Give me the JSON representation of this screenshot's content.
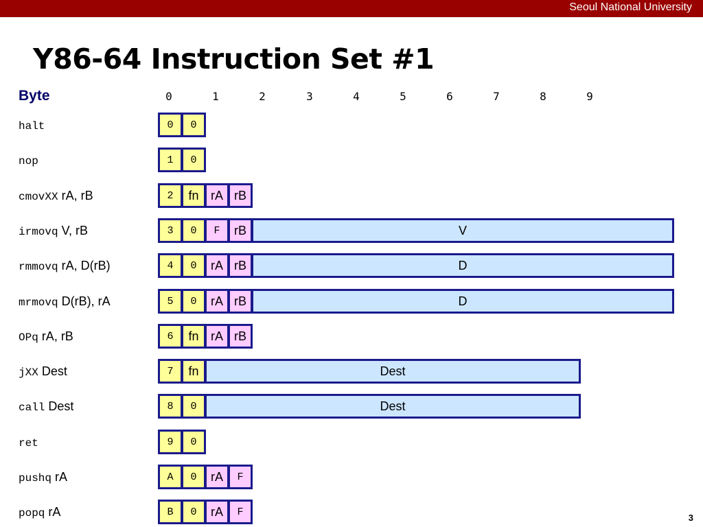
{
  "header": {
    "university": "Seoul National University",
    "title": "Y86-64 Instruction Set #1",
    "page_number": "3"
  },
  "colors": {
    "bar": "#990000",
    "border": "#1a1a8c",
    "yellow": "#ffff99",
    "pink": "#ffccff",
    "blue": "#cce6ff"
  },
  "diagram": {
    "byte_label": "Byte",
    "byte_indices": [
      "0",
      "1",
      "2",
      "3",
      "4",
      "5",
      "6",
      "7",
      "8",
      "9"
    ],
    "instructions": [
      {
        "name": "halt",
        "operands": "",
        "cells": [
          {
            "text": "0",
            "color": "yellow",
            "font": "mono"
          },
          {
            "text": "0",
            "color": "yellow",
            "font": "mono"
          }
        ]
      },
      {
        "name": "nop",
        "operands": "",
        "cells": [
          {
            "text": "1",
            "color": "yellow",
            "font": "mono"
          },
          {
            "text": "0",
            "color": "yellow",
            "font": "mono"
          }
        ]
      },
      {
        "name": "cmovXX",
        "operands": " rA, rB",
        "cells": [
          {
            "text": "2",
            "color": "yellow",
            "font": "mono"
          },
          {
            "text": "fn",
            "color": "yellow",
            "font": "sans"
          },
          {
            "text": "rA",
            "color": "pink",
            "font": "sans"
          },
          {
            "text": "rB",
            "color": "pink",
            "font": "sans"
          }
        ]
      },
      {
        "name": "irmovq",
        "operands": " V, rB",
        "cells": [
          {
            "text": "3",
            "color": "yellow",
            "font": "mono"
          },
          {
            "text": "0",
            "color": "yellow",
            "font": "mono"
          },
          {
            "text": "F",
            "color": "pink",
            "font": "mono"
          },
          {
            "text": "rB",
            "color": "pink",
            "font": "sans"
          },
          {
            "text": "V",
            "color": "blue",
            "font": "sans",
            "wide": 8
          }
        ]
      },
      {
        "name": "rmmovq",
        "operands": " rA, D(rB)",
        "cells": [
          {
            "text": "4",
            "color": "yellow",
            "font": "mono"
          },
          {
            "text": "0",
            "color": "yellow",
            "font": "mono"
          },
          {
            "text": "rA",
            "color": "pink",
            "font": "sans"
          },
          {
            "text": "rB",
            "color": "pink",
            "font": "sans"
          },
          {
            "text": "D",
            "color": "blue",
            "font": "sans",
            "wide": 8
          }
        ]
      },
      {
        "name": "mrmovq",
        "operands": " D(rB), rA",
        "cells": [
          {
            "text": "5",
            "color": "yellow",
            "font": "mono"
          },
          {
            "text": "0",
            "color": "yellow",
            "font": "mono"
          },
          {
            "text": "rA",
            "color": "pink",
            "font": "sans"
          },
          {
            "text": "rB",
            "color": "pink",
            "font": "sans"
          },
          {
            "text": "D",
            "color": "blue",
            "font": "sans",
            "wide": 8
          }
        ]
      },
      {
        "name": "OPq",
        "operands": " rA, rB",
        "cells": [
          {
            "text": "6",
            "color": "yellow",
            "font": "mono"
          },
          {
            "text": "fn",
            "color": "yellow",
            "font": "sans"
          },
          {
            "text": "rA",
            "color": "pink",
            "font": "sans"
          },
          {
            "text": "rB",
            "color": "pink",
            "font": "sans"
          }
        ]
      },
      {
        "name": "jXX",
        "operands": " Dest",
        "cells": [
          {
            "text": "7",
            "color": "yellow",
            "font": "mono"
          },
          {
            "text": "fn",
            "color": "yellow",
            "font": "sans"
          },
          {
            "text": "Dest",
            "color": "blue",
            "font": "sans",
            "wide": 8
          }
        ]
      },
      {
        "name": "call",
        "operands": " Dest",
        "cells": [
          {
            "text": "8",
            "color": "yellow",
            "font": "mono"
          },
          {
            "text": "0",
            "color": "yellow",
            "font": "mono"
          },
          {
            "text": "Dest",
            "color": "blue",
            "font": "sans",
            "wide": 8
          }
        ]
      },
      {
        "name": "ret",
        "operands": "",
        "cells": [
          {
            "text": "9",
            "color": "yellow",
            "font": "mono"
          },
          {
            "text": "0",
            "color": "yellow",
            "font": "mono"
          }
        ]
      },
      {
        "name": "pushq",
        "operands": " rA",
        "cells": [
          {
            "text": "A",
            "color": "yellow",
            "font": "mono"
          },
          {
            "text": "0",
            "color": "yellow",
            "font": "mono"
          },
          {
            "text": "rA",
            "color": "pink",
            "font": "sans"
          },
          {
            "text": "F",
            "color": "pink",
            "font": "mono"
          }
        ]
      },
      {
        "name": "popq",
        "operands": " rA",
        "cells": [
          {
            "text": "B",
            "color": "yellow",
            "font": "mono"
          },
          {
            "text": "0",
            "color": "yellow",
            "font": "mono"
          },
          {
            "text": "rA",
            "color": "pink",
            "font": "sans"
          },
          {
            "text": "F",
            "color": "pink",
            "font": "mono"
          }
        ]
      }
    ]
  }
}
